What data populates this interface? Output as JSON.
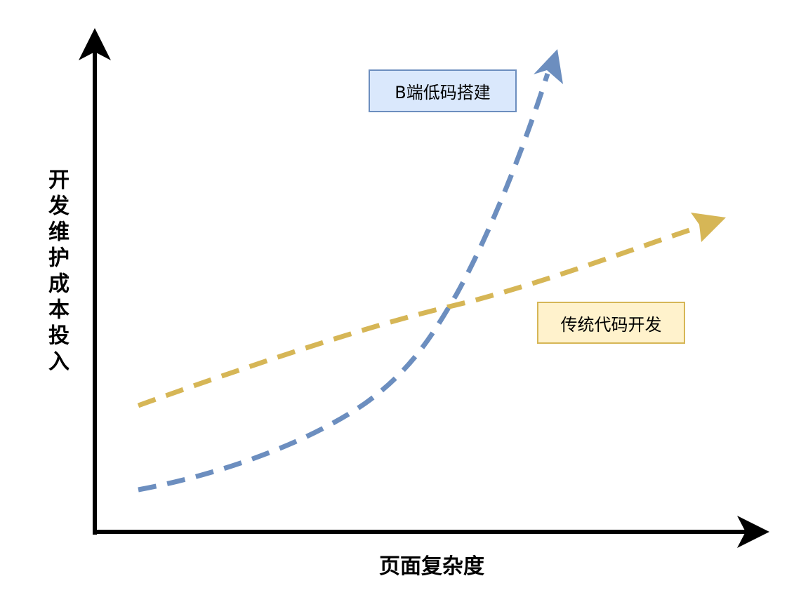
{
  "diagram": {
    "y_axis_label": "开发维护成本投入",
    "x_axis_label": "页面复杂度",
    "series": [
      {
        "name": "B端低码搭建",
        "color": "#6c8ebf",
        "fill": "#dae8fc",
        "trend": "exponential"
      },
      {
        "name": "传统代码开发",
        "color": "#d6b656",
        "fill": "#fff2cc",
        "trend": "linear"
      }
    ]
  }
}
